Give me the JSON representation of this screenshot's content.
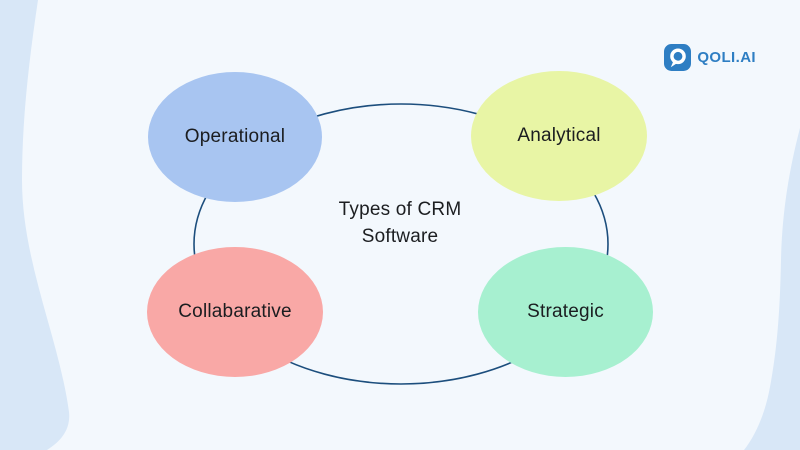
{
  "background": {
    "base_color": "#F3F8FD",
    "wave_color": "#D8E7F7"
  },
  "brand": {
    "name": "QOLI.AI",
    "icon": "q-speech-bubble-icon",
    "icon_bg": "#2E7EC3",
    "text_color": "#2E7EC3"
  },
  "diagram": {
    "title_line1": "Types of CRM",
    "title_line2": "Software",
    "outline_color": "#1C4E7D",
    "nodes": [
      {
        "id": "operational",
        "label": "Operational",
        "color": "#A8C5F1"
      },
      {
        "id": "analytical",
        "label": "Analytical",
        "color": "#E8F5A5"
      },
      {
        "id": "collaborative",
        "label": "Collabarative",
        "color": "#F9A8A6"
      },
      {
        "id": "strategic",
        "label": "Strategic",
        "color": "#A7F0D0"
      }
    ]
  }
}
